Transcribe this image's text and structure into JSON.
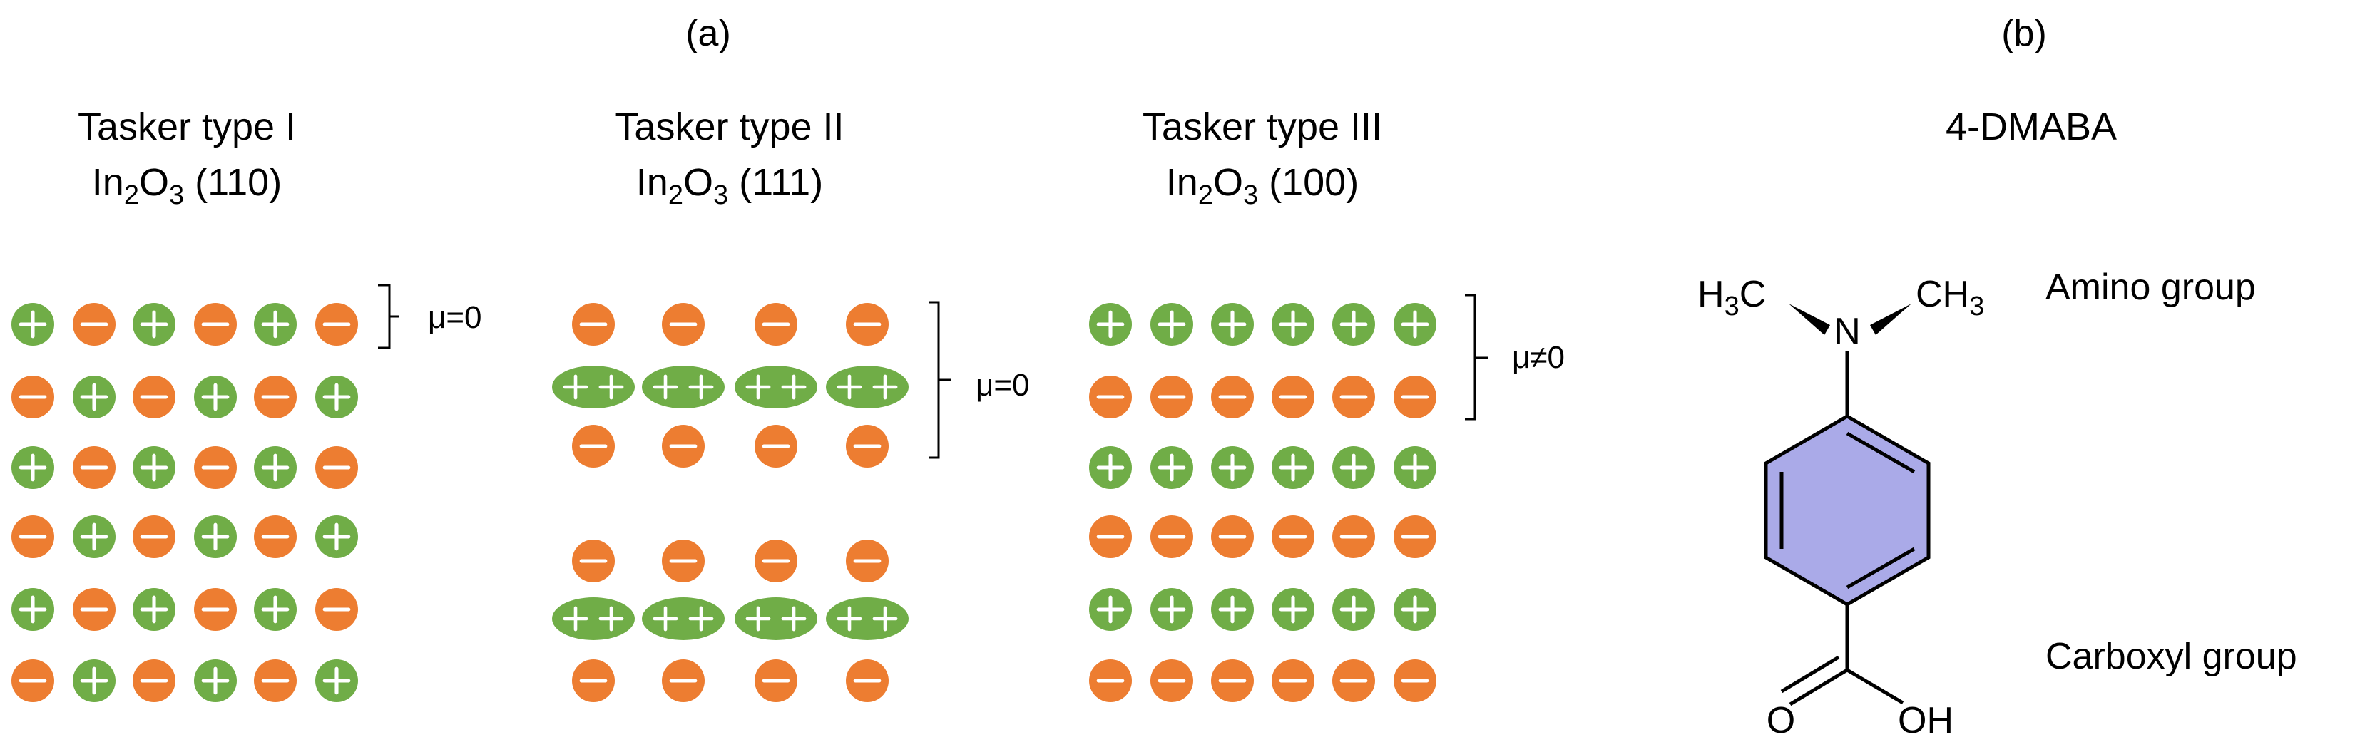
{
  "colors": {
    "positive": "#70ad47",
    "negative": "#ed7d31",
    "sign": "#ffffff",
    "ring": "#aaaae8",
    "line": "#000000"
  },
  "panels": {
    "a": {
      "label": "(a)"
    },
    "b": {
      "label": "(b)"
    }
  },
  "tasker": [
    {
      "title": "Tasker type I",
      "formula": {
        "base": "In",
        "sub1": "2",
        "o": "O",
        "sub2": "3",
        "face": " (110)"
      },
      "dipole": "μ=0",
      "rows": [
        [
          "+",
          "-",
          "+",
          "-",
          "+",
          "-"
        ],
        [
          "-",
          "+",
          "-",
          "+",
          "-",
          "+"
        ],
        [
          "+",
          "-",
          "+",
          "-",
          "+",
          "-"
        ],
        [
          "-",
          "+",
          "-",
          "+",
          "-",
          "+"
        ],
        [
          "+",
          "-",
          "+",
          "-",
          "+",
          "-"
        ],
        [
          "-",
          "+",
          "-",
          "+",
          "-",
          "+"
        ]
      ]
    },
    {
      "title": "Tasker type II",
      "formula": {
        "base": "In",
        "sub1": "2",
        "o": "O",
        "sub2": "3",
        "face": " (111)"
      },
      "dipole": "μ=0",
      "rows": [
        [
          "-",
          "-",
          "-",
          "-"
        ],
        [
          "++",
          "++",
          "++",
          "++"
        ],
        [
          "-",
          "-",
          "-",
          "-"
        ],
        [
          "-",
          "-",
          "-",
          "-"
        ],
        [
          "++",
          "++",
          "++",
          "++"
        ],
        [
          "-",
          "-",
          "-",
          "-"
        ]
      ]
    },
    {
      "title": "Tasker type III",
      "formula": {
        "base": "In",
        "sub1": "2",
        "o": "O",
        "sub2": "3",
        "face": " (100)"
      },
      "dipole": "μ≠0",
      "rows": [
        [
          "+",
          "+",
          "+",
          "+",
          "+",
          "+"
        ],
        [
          "-",
          "-",
          "-",
          "-",
          "-",
          "-"
        ],
        [
          "+",
          "+",
          "+",
          "+",
          "+",
          "+"
        ],
        [
          "-",
          "-",
          "-",
          "-",
          "-",
          "-"
        ],
        [
          "+",
          "+",
          "+",
          "+",
          "+",
          "+"
        ],
        [
          "-",
          "-",
          "-",
          "-",
          "-",
          "-"
        ]
      ]
    }
  ],
  "molecule": {
    "name": "4-DMABA",
    "methyl_left": {
      "a": "H",
      "sub": "3",
      "b": "C"
    },
    "methyl_right": {
      "a": "CH",
      "sub": "3"
    },
    "nitrogen": "N",
    "oxygen": "O",
    "hydroxyl": "OH",
    "amino_label": "Amino group",
    "carboxyl_label": "Carboxyl group"
  }
}
